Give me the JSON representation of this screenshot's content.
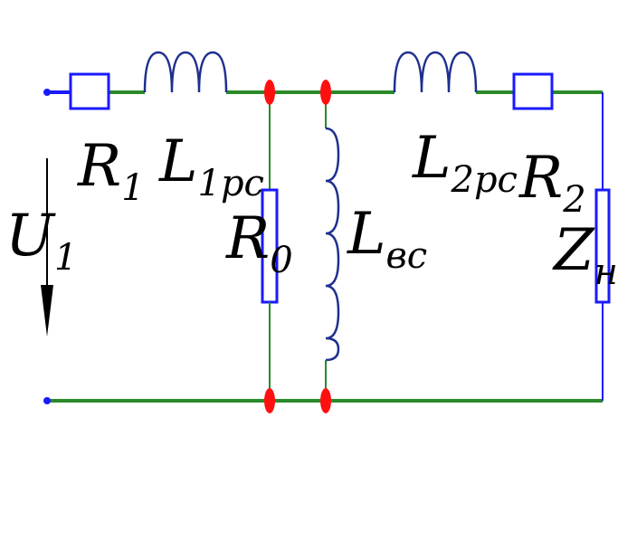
{
  "colors": {
    "wire": "#2a8a2a",
    "element": "#1a1aff",
    "coil": "#1f2f8f",
    "node": "#ff1010",
    "text": "#000000"
  },
  "labels": {
    "u1": {
      "main": "U",
      "sub": "1"
    },
    "r1": {
      "main": "R",
      "sub": "1"
    },
    "l1": {
      "main": "L",
      "sub": "1рс"
    },
    "r0": {
      "main": "R",
      "sub": "0"
    },
    "lv": {
      "main": "L",
      "sub": "вс"
    },
    "l2": {
      "main": "L",
      "sub": "2рс"
    },
    "r2": {
      "main": "R",
      "sub": "2"
    },
    "zn": {
      "main": "Z",
      "sub": "н"
    }
  }
}
